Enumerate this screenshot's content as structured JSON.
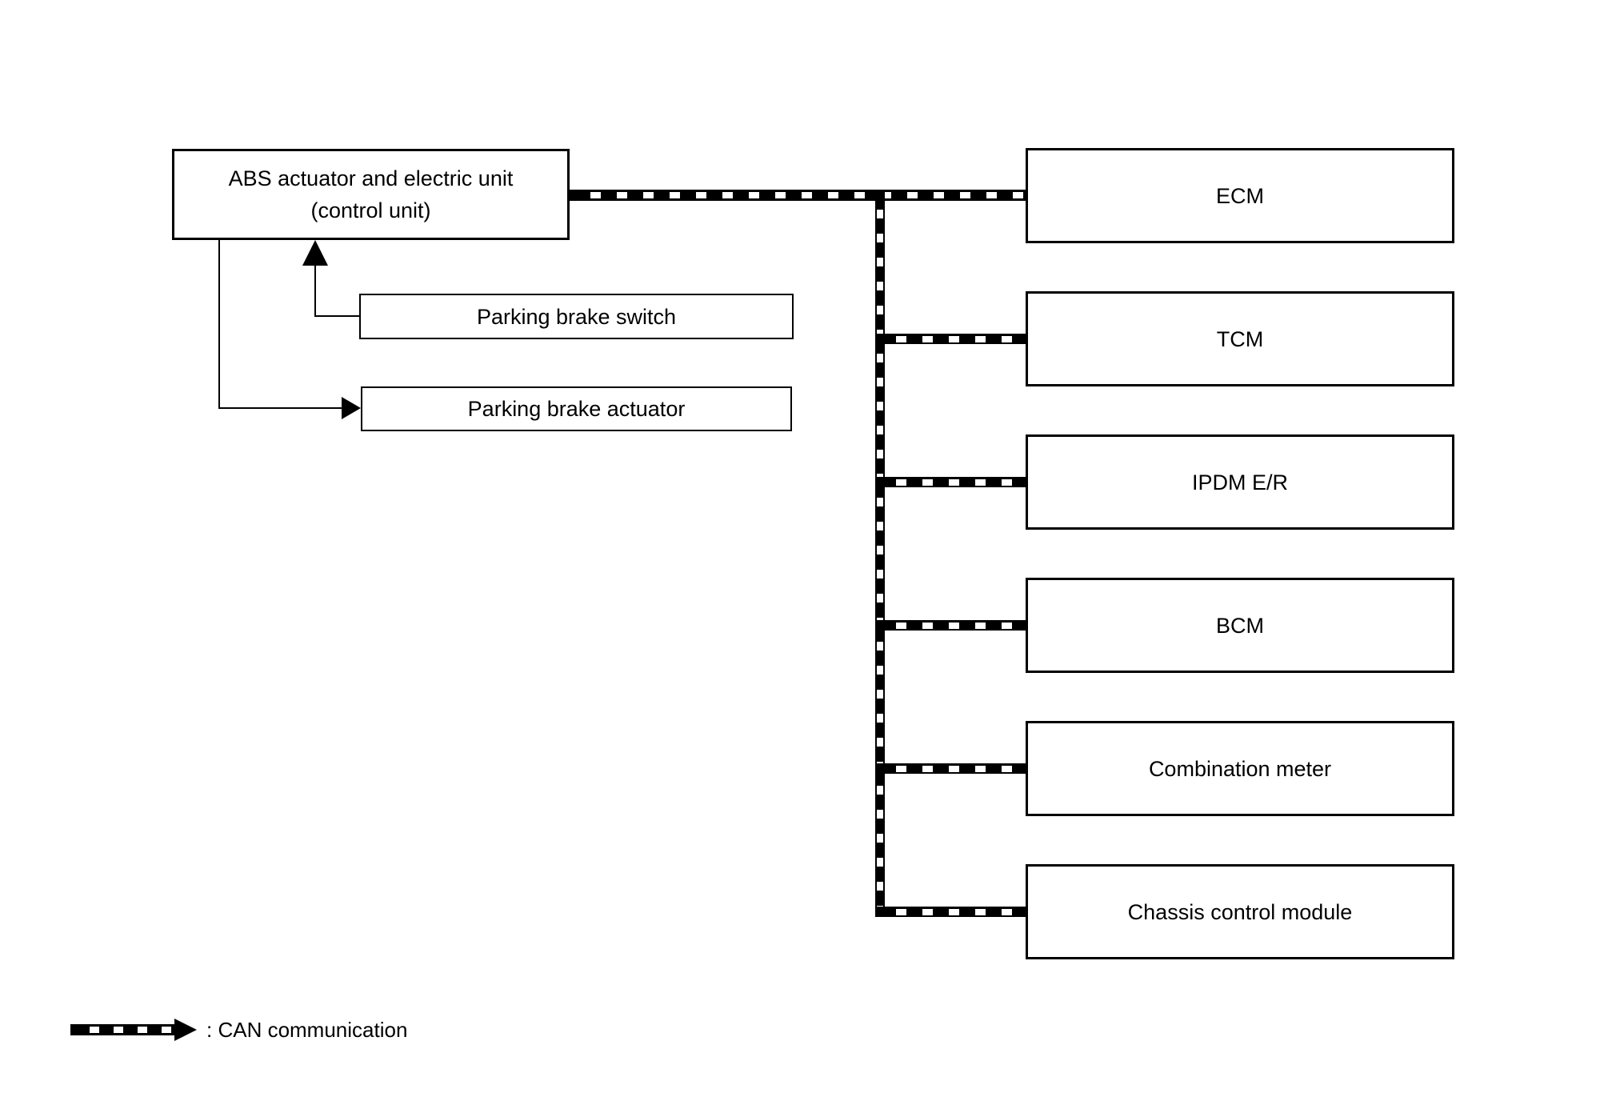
{
  "page": {
    "background_color": "#ffffff",
    "line_color": "#000000"
  },
  "diagram": {
    "abs_unit": {
      "line1": "ABS actuator and electric unit",
      "line2": "(control unit)"
    },
    "inputs": {
      "parking_brake_switch": "Parking brake switch",
      "parking_brake_actuator": "Parking brake actuator"
    },
    "can_nodes": [
      {
        "label": "ECM"
      },
      {
        "label": "TCM"
      },
      {
        "label": "IPDM E/R"
      },
      {
        "label": "BCM"
      },
      {
        "label": "Combination meter"
      },
      {
        "label": "Chassis control module"
      }
    ],
    "legend": {
      "label": ": CAN communication"
    }
  }
}
